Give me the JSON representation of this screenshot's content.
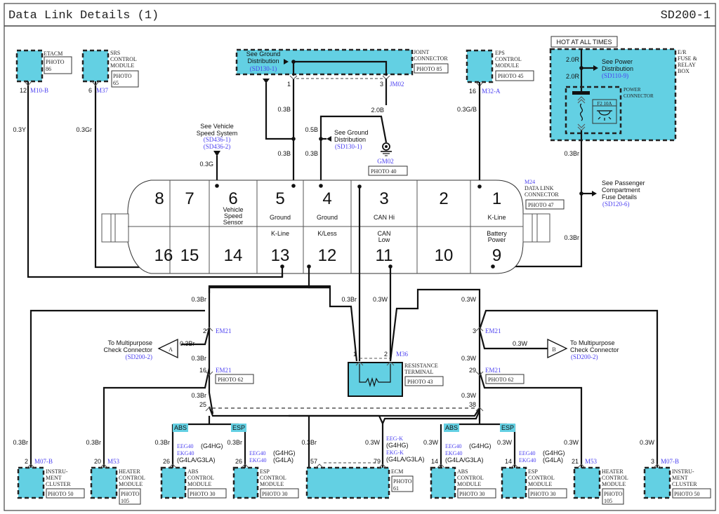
{
  "header": {
    "title": "Data Link Details (1)",
    "page_code": "SD200-1"
  },
  "colors": {
    "module_fill": "#63d0e3",
    "link_text": "#4a3ff0",
    "wire": "#111111"
  },
  "top_modules": [
    {
      "name": "ETACM",
      "photo": [
        "PHOTO",
        "86"
      ],
      "pin": "12",
      "connector": "M10-B",
      "wire": "0.3Y"
    },
    {
      "name": "SRS CONTROL MODULE",
      "lines": [
        "SRS",
        "CONTROL",
        "MODULE"
      ],
      "photo": [
        "PHOTO",
        "65"
      ],
      "pin": "6",
      "connector": "M37",
      "wire": "0.3Gr"
    },
    {
      "name": "EPS CONTROL MODULE",
      "lines": [
        "EPS",
        "CONTROL",
        "MODULE"
      ],
      "photo": [
        "PHOTO 45"
      ],
      "pin": "16",
      "connector": "M32-A",
      "wire": "0.3G/B"
    }
  ],
  "joint_connector": {
    "label": [
      "JOINT",
      "CONNECTOR"
    ],
    "photo": "PHOTO 85",
    "connector": "JM02",
    "ground_ref": [
      "See Ground",
      "Distribution"
    ],
    "ground_code": "(SD130-1)",
    "pins": [
      "1",
      "3"
    ],
    "wire_a": "0.3B",
    "wire_b": "2.0B"
  },
  "ground": {
    "ref": [
      "See Ground",
      "Distribution"
    ],
    "code": "(SD130-1)",
    "id": "GM02",
    "photo": "PHOTO 40",
    "wire_05": "0.5B",
    "wire_03": "0.3B",
    "wire_5": "0.3B"
  },
  "vehicle_speed": {
    "ref": [
      "See Vehicle",
      "Speed System"
    ],
    "codes": [
      "(SD436-1)",
      "(SD436-2)"
    ],
    "wire": "0.3G"
  },
  "fuse_box": {
    "hot_label": "HOT AT ALL TIMES",
    "label": [
      "E/R",
      "FUSE &",
      "RELAY",
      "BOX"
    ],
    "wire_top": "2.0R",
    "wire_mid": "2.0R",
    "power_ref": [
      "See Power",
      "Distribution"
    ],
    "power_code": "(SD110-9)",
    "power_connector": [
      "POWER",
      "CONNECTOR"
    ],
    "fuse": "F2 10A",
    "wire_out": "0.3Br"
  },
  "passenger_ref": {
    "lines": [
      "See Passenger",
      "Compartment",
      "Fuse Details"
    ],
    "code": "(SD120-6)",
    "wire": "0.3Br"
  },
  "dlc": {
    "connector": "M24",
    "label": [
      "DATA LINK",
      "CONNECTOR"
    ],
    "photo": "PHOTO 47",
    "top_pins": [
      {
        "n": "8",
        "label": []
      },
      {
        "n": "7",
        "label": []
      },
      {
        "n": "6",
        "label": [
          "Vehicle",
          "Speed",
          "Sensor"
        ]
      },
      {
        "n": "5",
        "label": [
          "Ground"
        ]
      },
      {
        "n": "4",
        "label": [
          "Ground"
        ]
      },
      {
        "n": "3",
        "label": [
          "CAN Hi"
        ]
      },
      {
        "n": "2",
        "label": []
      },
      {
        "n": "1",
        "label": [
          "K-Line"
        ]
      }
    ],
    "bottom_pins": [
      {
        "n": "16",
        "label": []
      },
      {
        "n": "15",
        "label": []
      },
      {
        "n": "14",
        "label": []
      },
      {
        "n": "13",
        "label": [
          "K-Line"
        ]
      },
      {
        "n": "12",
        "label": [
          "K/Less"
        ]
      },
      {
        "n": "11",
        "label": [
          "CAN",
          "Low"
        ]
      },
      {
        "n": "10",
        "label": []
      },
      {
        "n": "9",
        "label": [
          "Battery",
          "Power"
        ]
      }
    ]
  },
  "mid": {
    "wire_left": "0.3Br",
    "wire_can_hi": "0.3Br",
    "wire_can_lo": "0.3W",
    "wire_right": "0.3W",
    "em21": "EM21",
    "left_pins": [
      "2",
      "16",
      "25"
    ],
    "right_pins": [
      "3",
      "29",
      "38"
    ],
    "left_wires": [
      "0.3Br",
      "0.3Br",
      "0.3Br"
    ],
    "right_wires": [
      "0.3W",
      "0.3W",
      "0.3W"
    ],
    "photo_62": "PHOTO 62",
    "check_a": {
      "letter": "A",
      "lines": [
        "To Multipurpose",
        "Check Connector"
      ],
      "code": "(SD200-2)",
      "wire": "0.3Br"
    },
    "check_b": {
      "letter": "B",
      "lines": [
        "To Multipurpose",
        "Check Connector"
      ],
      "code": "(SD200-2)",
      "wire": "0.3W"
    },
    "resistor": {
      "label": [
        "RESISTANCE",
        "TERMINAL"
      ],
      "photo": "PHOTO 43",
      "connector": "M36",
      "pins": [
        "1",
        "2"
      ]
    }
  },
  "option_tags": {
    "abs": "ABS",
    "esp": "ESP"
  },
  "bottom_modules": [
    {
      "lines": [
        "INSTRU-",
        "MENT",
        "CLUSTER"
      ],
      "photo": [
        "PHOTO 50"
      ],
      "pin": "2",
      "conn": "M07-B",
      "wire": "0.3Br"
    },
    {
      "lines": [
        "HEATER",
        "CONTROL",
        "MODULE"
      ],
      "photo": [
        "PHOTO",
        "105"
      ],
      "pin": "20",
      "conn": "M53",
      "wire": "0.3Br"
    },
    {
      "lines": [
        "ABS",
        "CONTROL",
        "MODULE"
      ],
      "photo": [
        "PHOTO 30"
      ],
      "pin": "26",
      "conn": "",
      "wire": "0.3Br",
      "codes": [
        [
          "EEG40",
          "(G4HG)"
        ],
        [
          "EKG40",
          ""
        ],
        [
          "",
          "(G4LA/G3LA)"
        ]
      ]
    },
    {
      "lines": [
        "ESP",
        "CONTROL",
        "MODULE"
      ],
      "photo": [
        "PHOTO 30"
      ],
      "pin": "26",
      "conn": "",
      "wire": "0.3Br",
      "codes": [
        [
          "EEG40",
          "(G4HG)"
        ],
        [
          "EKG40",
          "(G4LA)"
        ]
      ]
    },
    {
      "lines": [
        "ECM"
      ],
      "photo": [
        "PHOTO",
        "61"
      ],
      "pin": "57",
      "pin2": "79",
      "wire": "0.3Br",
      "wire2": "0.3W",
      "codes": [
        [
          "EEG-K",
          ""
        ],
        [
          "",
          "(G4HG)"
        ],
        [
          "EKG-K",
          ""
        ],
        [
          "",
          "(G4LA/G3LA)"
        ]
      ]
    },
    {
      "lines": [
        "ABS",
        "CONTROL",
        "MODULE"
      ],
      "photo": [
        "PHOTO 30"
      ],
      "pin": "14",
      "conn": "",
      "wire": "0.3W",
      "codes": [
        [
          "EEG40",
          "(G4HG)"
        ],
        [
          "EKG40",
          ""
        ],
        [
          "",
          "(G4LA/G3LA)"
        ]
      ]
    },
    {
      "lines": [
        "ESP",
        "CONTROL",
        "MODULE"
      ],
      "photo": [
        "PHOTO 30"
      ],
      "pin": "14",
      "conn": "",
      "wire": "0.3W",
      "codes": [
        [
          "EEG40",
          "(G4HG)"
        ],
        [
          "EKG40",
          "(G4LA)"
        ]
      ]
    },
    {
      "lines": [
        "HEATER",
        "CONTROL",
        "MODULE"
      ],
      "photo": [
        "PHOTO",
        "105"
      ],
      "pin": "21",
      "conn": "M53",
      "wire": "0.3W"
    },
    {
      "lines": [
        "INSTRU-",
        "MENT",
        "CLUSTER"
      ],
      "photo": [
        "PHOTO 50"
      ],
      "pin": "3",
      "conn": "M07-B",
      "wire": "0.3W"
    }
  ]
}
